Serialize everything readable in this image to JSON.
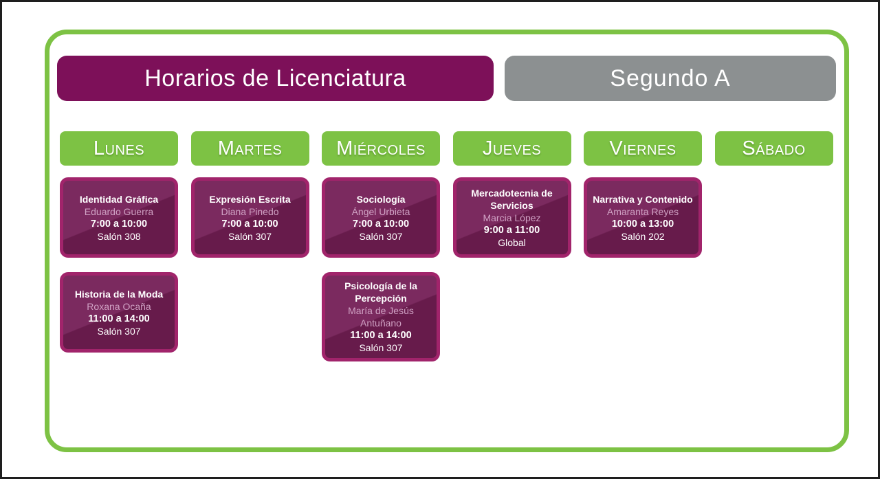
{
  "header": {
    "title": "Horarios de Licenciatura",
    "group": "Segundo A"
  },
  "colors": {
    "green_accent": "#7dc244",
    "title_purple": "#7d1059",
    "group_gray": "#8c9091",
    "card_border": "#a1246b",
    "card_fill_dark": "#671b4b",
    "card_fill_light": "#7b2a5f",
    "instructor_text": "#d0a2c4",
    "text_white": "#ffffff"
  },
  "columns": [
    {
      "day": "Lunes",
      "cards": [
        {
          "course": "Identidad Gráfica",
          "instructor": "Eduardo Guerra",
          "time": "7:00 a 10:00",
          "room": "Salón 308"
        },
        {
          "course": "Historia de la Moda",
          "instructor": "Roxana Ocaña",
          "time": "11:00 a 14:00",
          "room": "Salón 307"
        }
      ]
    },
    {
      "day": "Martes",
      "cards": [
        {
          "course": "Expresión Escrita",
          "instructor": "Diana Pinedo",
          "time": "7:00 a 10:00",
          "room": "Salón 307"
        }
      ]
    },
    {
      "day": "Miércoles",
      "cards": [
        {
          "course": "Sociología",
          "instructor": "Ángel Urbieta",
          "time": "7:00 a 10:00",
          "room": "Salón 307"
        },
        {
          "course": "Psicología de la Percepción",
          "instructor": "María de Jesús Antuñano",
          "time": "11:00 a 14:00",
          "room": "Salón 307"
        }
      ]
    },
    {
      "day": "Jueves",
      "cards": [
        {
          "course": "Mercadotecnia de Servicios",
          "instructor": "Marcia López",
          "time": "9:00 a 11:00",
          "room": "Global"
        }
      ]
    },
    {
      "day": "Viernes",
      "cards": [
        {
          "course": "Narrativa y Contenido",
          "instructor": "Amaranta Reyes",
          "time": "10:00 a 13:00",
          "room": "Salón 202"
        }
      ]
    },
    {
      "day": "Sábado",
      "cards": []
    }
  ]
}
